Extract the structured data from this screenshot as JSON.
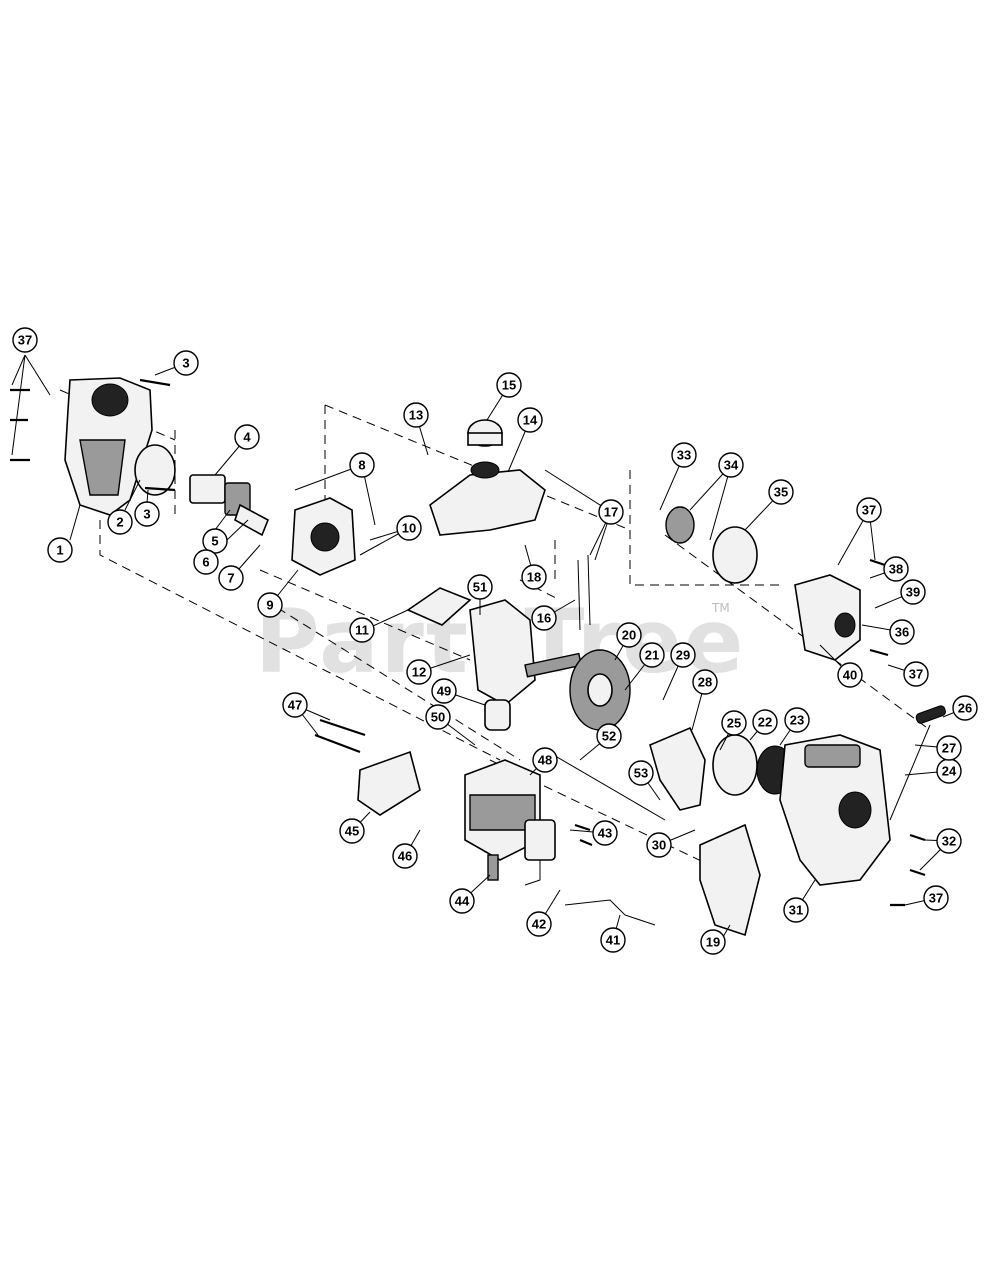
{
  "watermark": {
    "text": "PartsTree",
    "trademark": "TM"
  },
  "callouts": [
    "37",
    "3",
    "1",
    "2",
    "3",
    "4",
    "5",
    "6",
    "7",
    "8",
    "9",
    "10",
    "11",
    "12",
    "13",
    "14",
    "15",
    "16",
    "17",
    "18",
    "19",
    "20",
    "21",
    "22",
    "23",
    "24",
    "25",
    "26",
    "27",
    "28",
    "29",
    "30",
    "31",
    "32",
    "33",
    "34",
    "35",
    "36",
    "37",
    "38",
    "39",
    "40",
    "37",
    "41",
    "42",
    "43",
    "44",
    "45",
    "46",
    "47",
    "48",
    "49",
    "50",
    "51",
    "52",
    "53",
    "37"
  ]
}
